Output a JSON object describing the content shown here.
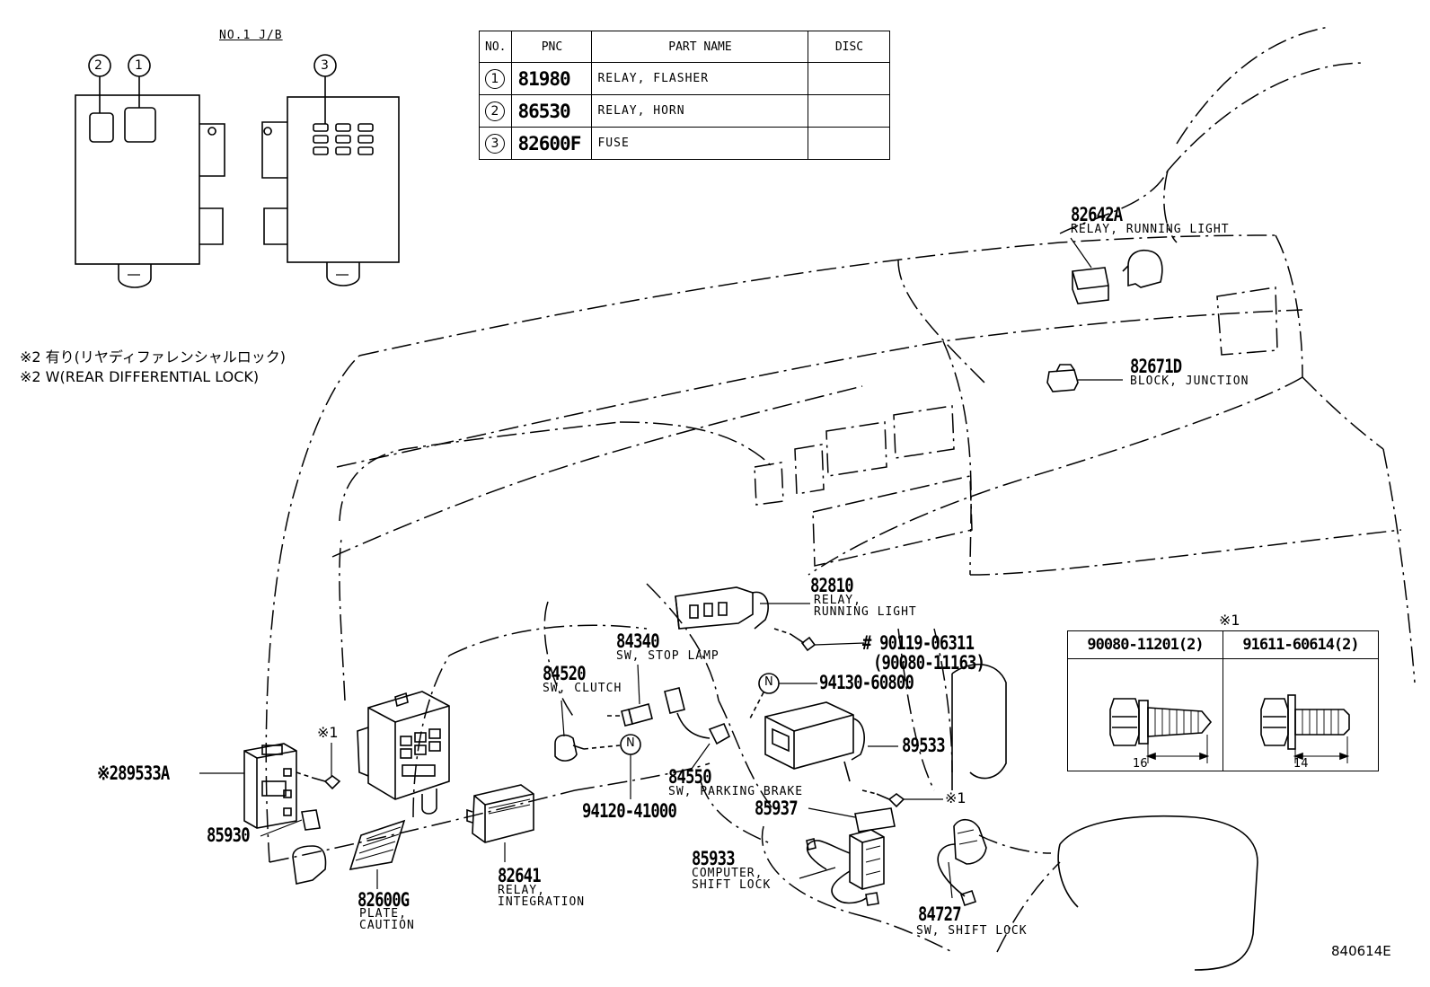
{
  "junction_block": {
    "title": "NO.1 J/B",
    "callouts": [
      "2",
      "1",
      "3"
    ]
  },
  "parts_table": {
    "headers": [
      "NO.",
      "PNC",
      "PART NAME",
      "DISC"
    ],
    "rows": [
      {
        "no": "1",
        "pnc": "81980",
        "name": "RELAY, FLASHER",
        "disc": ""
      },
      {
        "no": "2",
        "pnc": "86530",
        "name": "RELAY, HORN",
        "disc": ""
      },
      {
        "no": "3",
        "pnc": "82600F",
        "name": "FUSE",
        "disc": ""
      }
    ]
  },
  "notes": {
    "note_jp": "※2 有り(リヤディファレンシャルロック)",
    "note_en": "※2 W(REAR DIFFERENTIAL LOCK)"
  },
  "callouts": {
    "p82642A": {
      "pn": "82642A",
      "name": "RELAY, RUNNING LIGHT"
    },
    "p82671D": {
      "pn": "82671D",
      "name": "BLOCK, JUNCTION"
    },
    "p82810": {
      "pn": "82810",
      "name1": "RELAY,",
      "name2": "RUNNING LIGHT"
    },
    "p90119": {
      "pn1": "# 90119-06311",
      "pn2": "(90080-11163)"
    },
    "p94130": {
      "mark": "N",
      "pn": "94130-60800"
    },
    "p84340": {
      "pn": "84340",
      "name": "SW, STOP LAMP"
    },
    "p84520": {
      "pn": "84520",
      "name": "SW, CLUTCH"
    },
    "p94120": {
      "mark": "N",
      "pn": "94120-41000"
    },
    "p84550": {
      "pn": "84550",
      "name": "SW, PARKING BRAKE"
    },
    "p89533": {
      "pn": "89533"
    },
    "p89533A": {
      "pn": "※289533A"
    },
    "p85930": {
      "pn": "85930"
    },
    "p82600G": {
      "pn": "82600G",
      "name1": "PLATE,",
      "name2": "CAUTION"
    },
    "p82641": {
      "pn": "82641",
      "name1": "RELAY,",
      "name2": "INTEGRATION"
    },
    "p85937": {
      "pn": "85937"
    },
    "p85933": {
      "pn": "85933",
      "name1": "COMPUTER,",
      "name2": "SHIFT LOCK"
    },
    "p84727": {
      "pn": "84727",
      "name": "SW, SHIFT LOCK"
    },
    "mark1a": {
      "text": "※1"
    },
    "mark1b": {
      "text": "※1"
    }
  },
  "bolt_table": {
    "mark": "※1",
    "cols": [
      {
        "pn": "90080-11201(2)",
        "dim": "16"
      },
      {
        "pn": "91611-60614(2)",
        "dim": "14"
      }
    ]
  },
  "figure_id": "840614E"
}
